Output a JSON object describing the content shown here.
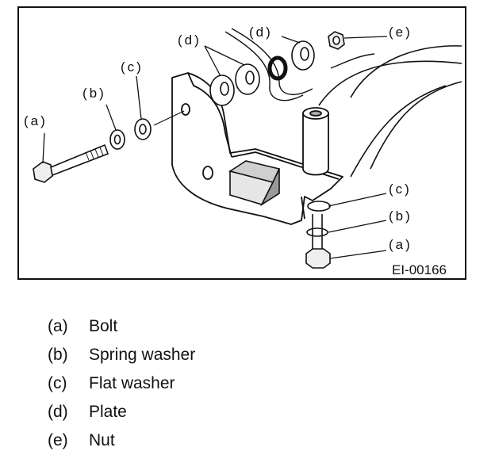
{
  "figure": {
    "id_label": "EI-00166",
    "callouts": {
      "left_a": "(a)",
      "left_b": "(b)",
      "left_c": "(c)",
      "top_d_1": "(d)",
      "top_d_2": "(d)",
      "top_e": "(e)",
      "right_c": "(c)",
      "right_b": "(b)",
      "right_a": "(a)"
    }
  },
  "legend": [
    {
      "key": "(a)",
      "text": "Bolt"
    },
    {
      "key": "(b)",
      "text": "Spring washer"
    },
    {
      "key": "(c)",
      "text": "Flat washer"
    },
    {
      "key": "(d)",
      "text": "Plate"
    },
    {
      "key": "(e)",
      "text": "Nut"
    }
  ]
}
